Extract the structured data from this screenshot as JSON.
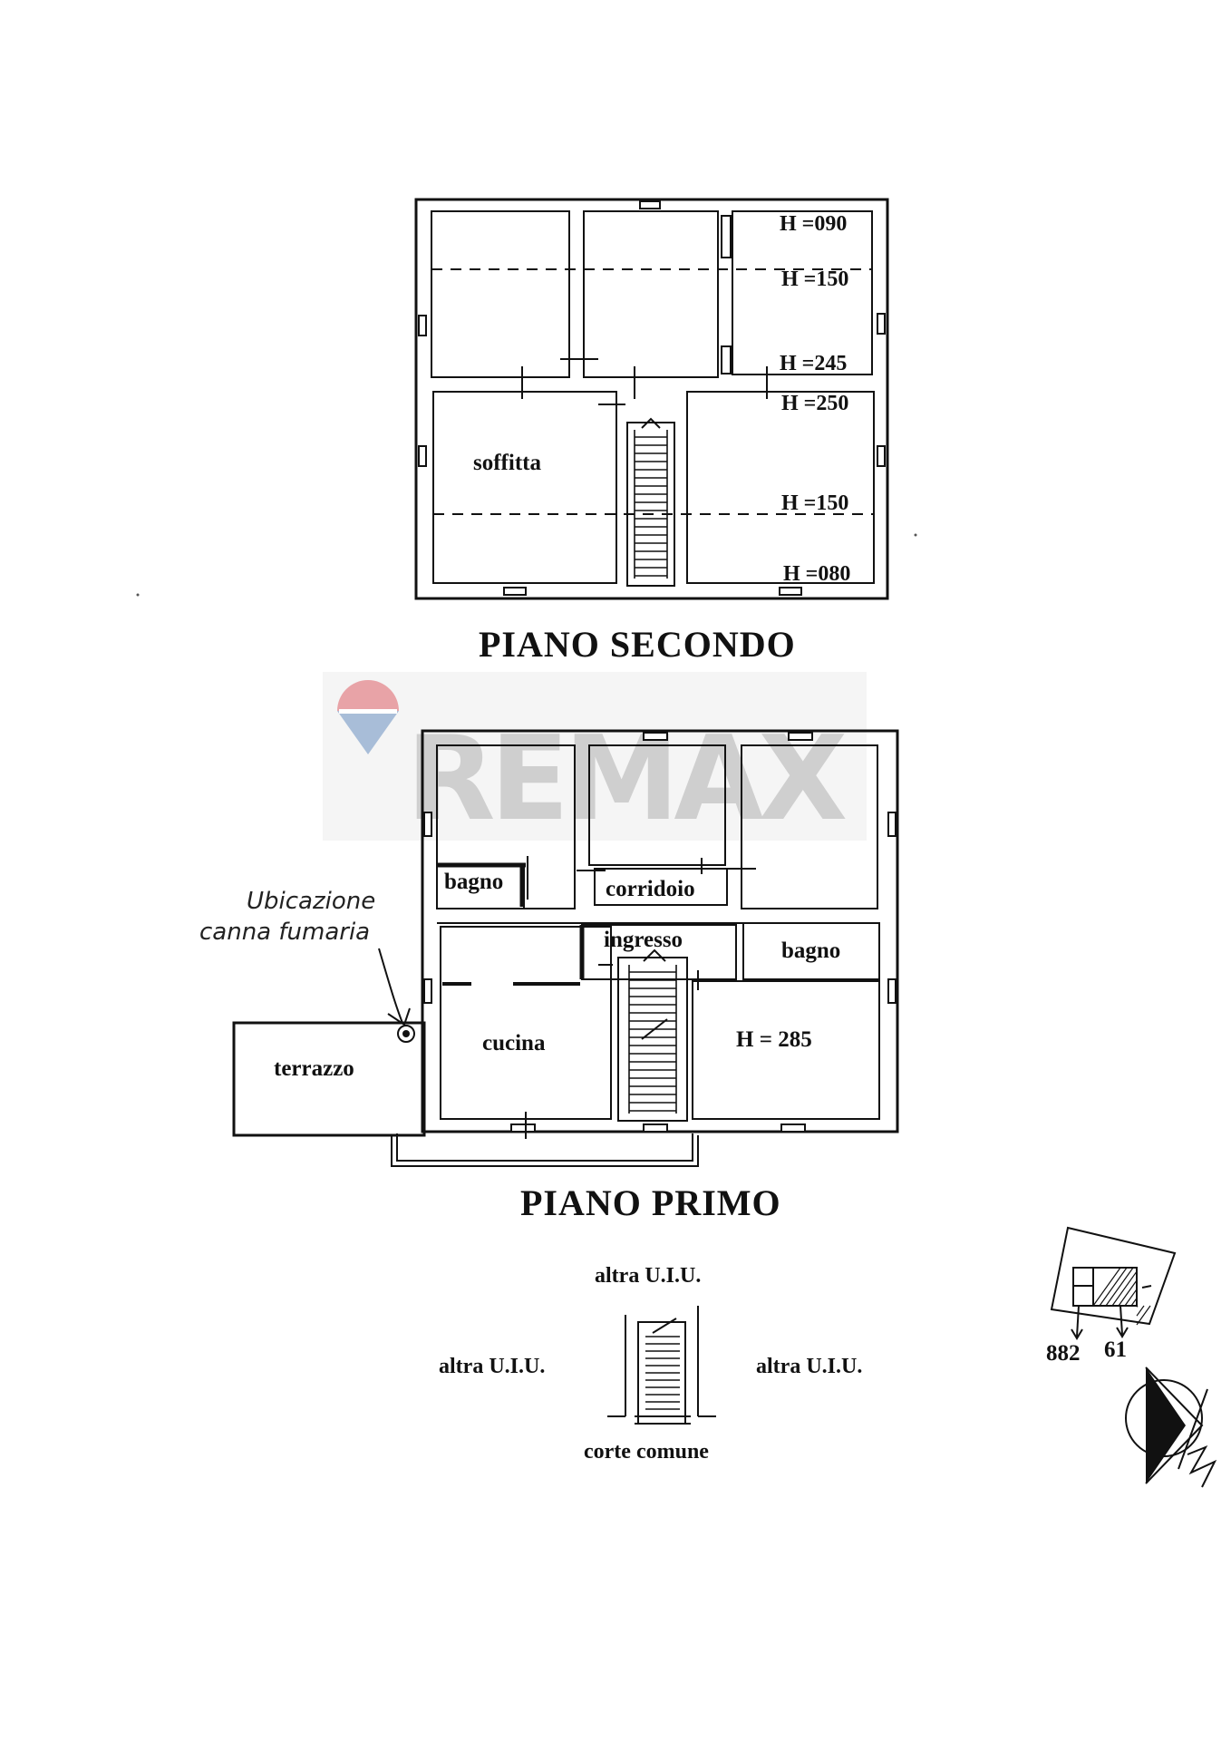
{
  "watermark": {
    "text": "REMAX",
    "color_gray": "#cfcfcf",
    "balloon_red": "#e8a3a7",
    "balloon_blue": "#a8bdd8"
  },
  "second_floor": {
    "title": "PIANO SECONDO",
    "room_label": "soffitta",
    "heights": [
      "H =090",
      "H =150",
      "H =245",
      "H =250",
      "H =150",
      "H =080"
    ]
  },
  "first_floor": {
    "title": "PIANO PRIMO",
    "rooms": {
      "bagno_left": "bagno",
      "corridoio": "corridoio",
      "ingresso": "ingresso",
      "bagno_right": "bagno",
      "cucina": "cucina",
      "height": "H = 285",
      "terrazzo": "terrazzo"
    },
    "note_line1": "Ubicazione",
    "note_line2": "canna fumaria"
  },
  "context": {
    "top": "altra U.I.U.",
    "left": "altra U.I.U.",
    "right": "altra U.I.U.",
    "bottom": "corte comune"
  },
  "location_map": {
    "parcel_a": "882",
    "parcel_b": "61"
  }
}
